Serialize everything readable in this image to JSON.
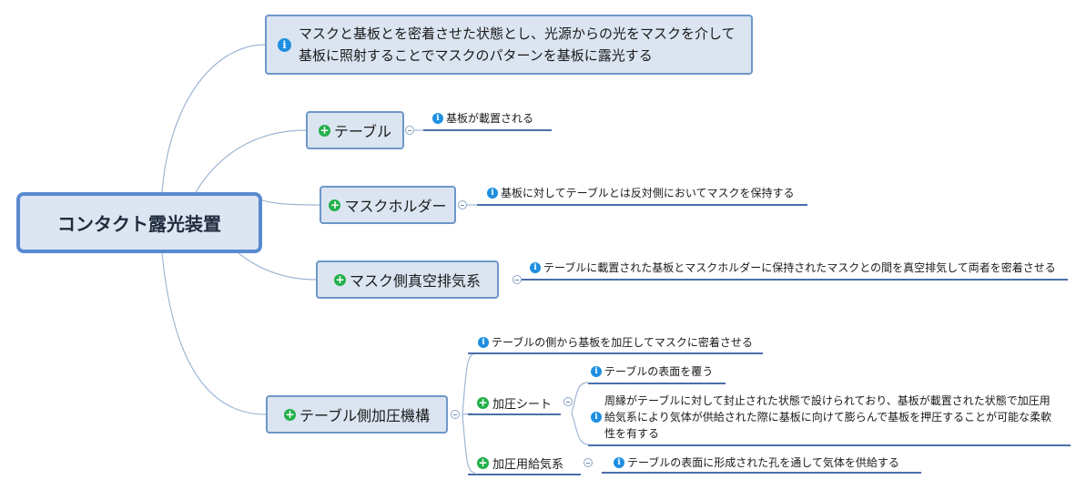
{
  "central": {
    "label": "コンタクト露光装置"
  },
  "note": {
    "text": "マスクと基板とを密着させた状態とし、光源からの光をマスクを介して基板に照射することでマスクのパターンを基板に露光する"
  },
  "nodes": {
    "table": {
      "label": "テーブル",
      "note": "基板が載置される"
    },
    "mask_holder": {
      "label": "マスクホルダー",
      "note": "基板に対してテーブルとは反対側においてマスクを保持する"
    },
    "mask_vacuum": {
      "label": "マスク側真空排気系",
      "note": "テーブルに載置された基板とマスクホルダーに保持されたマスクとの間を真空排気して両者を密着させる"
    },
    "pressing": {
      "label": "テーブル側加圧機構",
      "note": "テーブルの側から基板を加圧してマスクに密着させる",
      "sheet": {
        "label": "加圧シート",
        "note1": "テーブルの表面を覆う",
        "note2": "周縁がテーブルに対して封止された状態で設けられており、基板が載置された状態で加圧用給気系により気体が供給された際に基板に向けて膨らんで基板を押圧することが可能な柔軟性を有する"
      },
      "supply": {
        "label": "加圧用給気系",
        "note": "テーブルの表面に形成された孔を通して気体を供給する"
      }
    }
  },
  "colors": {
    "node_fill": "#dbe5f1",
    "node_border": "#6e97c8",
    "line": "#9db4d1",
    "underline": "#4a6fa8",
    "plus": "#23b04b",
    "info": "#1e8fe0"
  }
}
